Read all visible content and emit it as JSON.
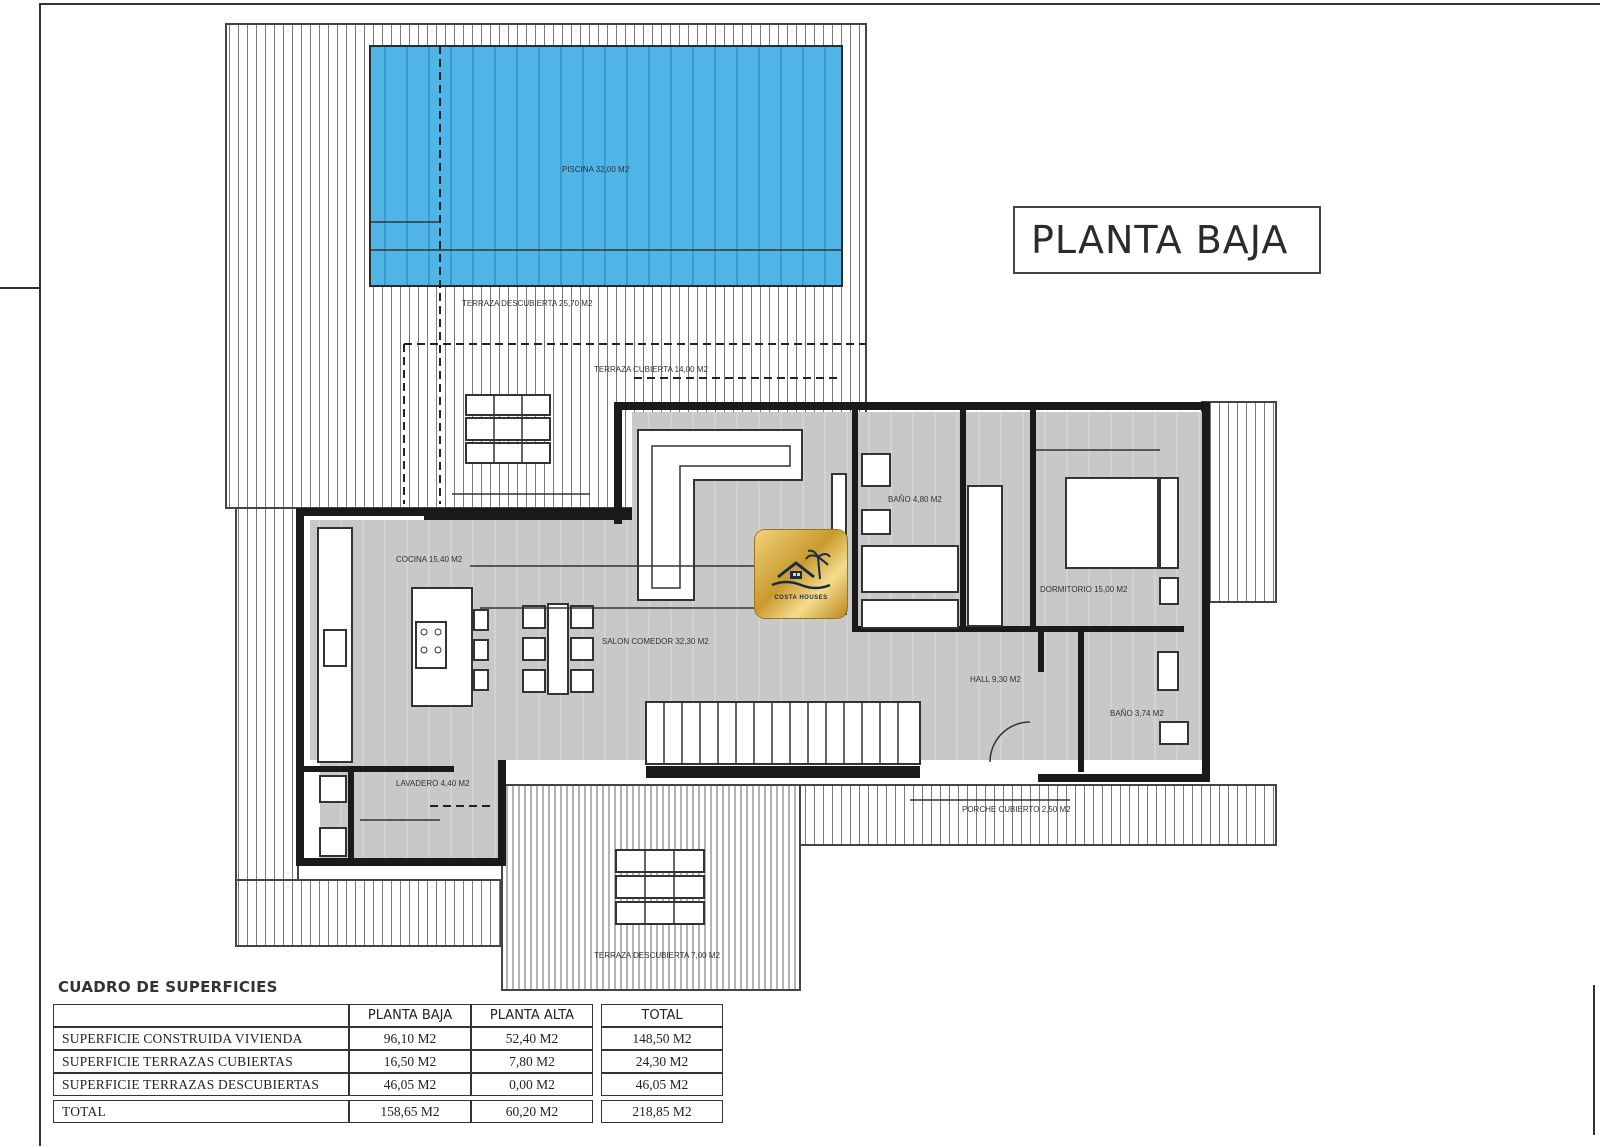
{
  "title": "PLANTA BAJA",
  "logo": {
    "text": "COSTA HOUSES",
    "icon": "house-palm-icon",
    "colors": {
      "gold": "#c99a2e",
      "navy": "#1a2a4a"
    }
  },
  "colors": {
    "pool": "#4fb4e6",
    "floor": "#c8c8c8",
    "wall": "#1a1a1a"
  },
  "rooms": [
    {
      "name": "PISCINA 32,00 M2"
    },
    {
      "name": "TERRAZA DESCUBIERTA 25,70 M2"
    },
    {
      "name": "TERRAZA CUBIERTA 14,00 M2"
    },
    {
      "name": "COCINA 15,40 M2"
    },
    {
      "name": "SALON COMEDOR 32,30 M2"
    },
    {
      "name": "BAÑO 4,80 M2"
    },
    {
      "name": "DORMITORIO 15,00 M2"
    },
    {
      "name": "HALL 9,30 M2"
    },
    {
      "name": "BAÑO 3,74 M2"
    },
    {
      "name": "LAVADERO 4,40 M2"
    },
    {
      "name": "PORCHE CUBIERTO 2,50 M2"
    },
    {
      "name": "TERRAZA DESCUBIERTA 7,00 M2"
    }
  ],
  "areas": {
    "title": "CUADRO DE SUPERFICIES",
    "columns": [
      "PLANTA BAJA",
      "PLANTA ALTA",
      "TOTAL"
    ],
    "rows": [
      {
        "label": "SUPERFICIE CONSTRUIDA VIVIENDA",
        "baja": "96,10 M2",
        "alta": "52,40 M2",
        "total": "148,50 M2"
      },
      {
        "label": "SUPERFICIE TERRAZAS CUBIERTAS",
        "baja": "16,50 M2",
        "alta": "7,80 M2",
        "total": "24,30 M2"
      },
      {
        "label": "SUPERFICIE TERRAZAS DESCUBIERTAS",
        "baja": "46,05 M2",
        "alta": "0,00 M2",
        "total": "46,05 M2"
      }
    ],
    "total": {
      "label": "TOTAL",
      "baja": "158,65 M2",
      "alta": "60,20 M2",
      "total": "218,85 M2"
    }
  }
}
